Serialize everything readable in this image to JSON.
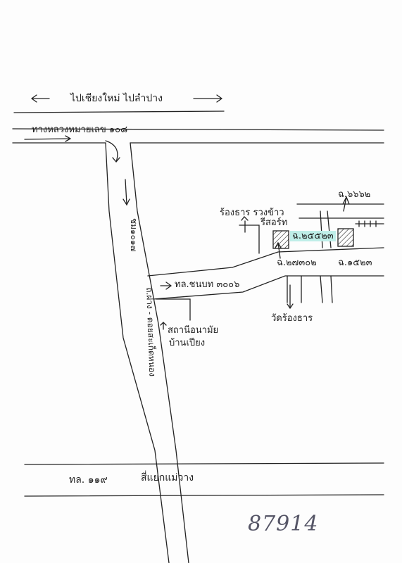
{
  "map": {
    "title": "แผนที่ทางไปทรัพย์",
    "labels": {
      "top_direction": "ไปเชียงใหม่  ไปลำปาง",
      "highway": "ทางหลวงหมายเลข ๑๐๘",
      "main_road_code": "ชม๑๐๑๗",
      "main_road_name": "ถ.ฝาง - ดอยสะเก็ดหนอง",
      "side_road": "ทล.ชนบท ๓๐๐๖",
      "shop": "ร้องธาร รวงข้าว",
      "resort": "รีสอร์ท",
      "plot_main": "ฉ.๒๕๕๒๓",
      "plot_top_right": "ฉ.๖๖๖๒",
      "plot_center": "ฉ.๒๗๓๐๒",
      "plot_right": "ฉ.๑๕๒๓",
      "temple": "วัดร้องธาร",
      "health_station": "สถานีอนามัย",
      "health_village": "บ้านเปียง",
      "bottom_road": "ทล. ๑๑๙",
      "intersection": "สี่แยกแม่วาง",
      "doc_number": "87914"
    },
    "colors": {
      "ink": "#222222",
      "highlight": "#bfeee8"
    }
  }
}
